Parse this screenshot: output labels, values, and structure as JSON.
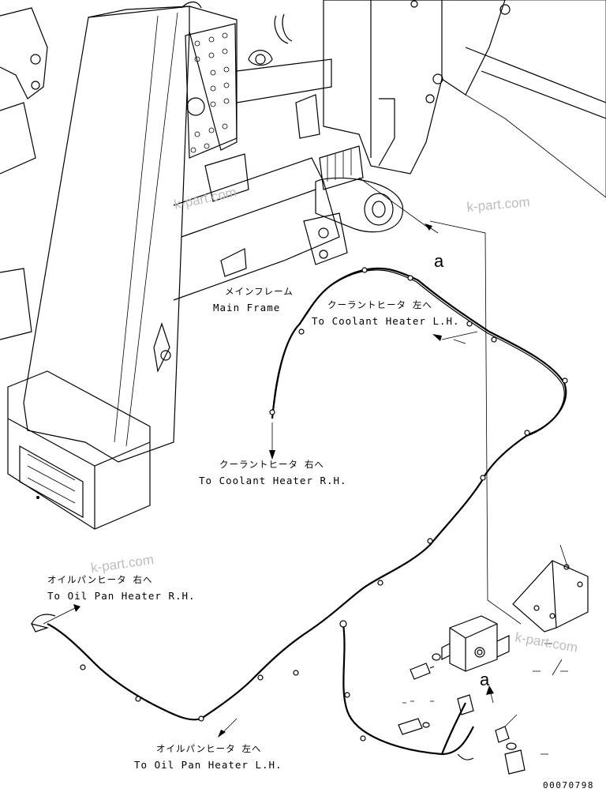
{
  "labels": {
    "main_frame_jp": "メインフレーム",
    "main_frame_en": "Main Frame",
    "coolant_lh_jp": "クーラントヒータ 左へ",
    "coolant_lh_en": "To Coolant Heater L.H.",
    "coolant_rh_jp": "クーラントヒータ 右へ",
    "coolant_rh_en": "To Coolant Heater R.H.",
    "oilpan_rh_jp": "オイルパンヒータ 右へ",
    "oilpan_rh_en": "To Oil Pan Heater R.H.",
    "oilpan_lh_jp": "オイルパンヒータ 左へ",
    "oilpan_lh_en": "To Oil Pan Heater L.H.",
    "detail_mark_top": "a",
    "detail_mark_bottom": "a"
  },
  "watermarks": [
    "k-part.com",
    "k-part.com",
    "k-part.com",
    "k-part.com"
  ],
  "drawing_code": "00070798"
}
